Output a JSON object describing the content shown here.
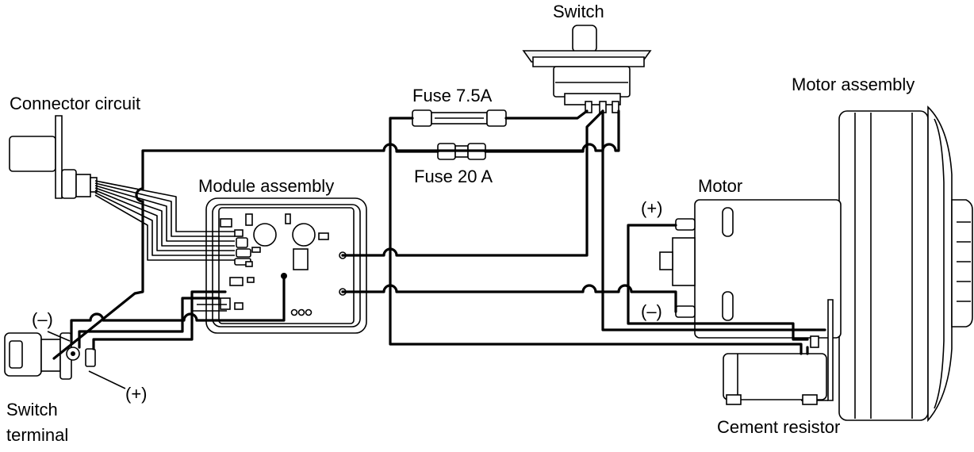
{
  "labels": {
    "switch": "Switch",
    "motor_assembly": "Motor assembly",
    "connector_circuit": "Connector circuit",
    "fuse_7_5": "Fuse 7.5A",
    "fuse_20": "Fuse 20 A",
    "module_assembly": "Module assembly",
    "motor": "Motor",
    "motor_plus": "(+)",
    "motor_minus": "(–)",
    "switch_terminal_minus": "(–)",
    "switch_terminal_plus": "(+)",
    "switch_terminal_line1": "Switch",
    "switch_terminal_line2": "terminal",
    "cement_resistor": "Cement resistor"
  }
}
